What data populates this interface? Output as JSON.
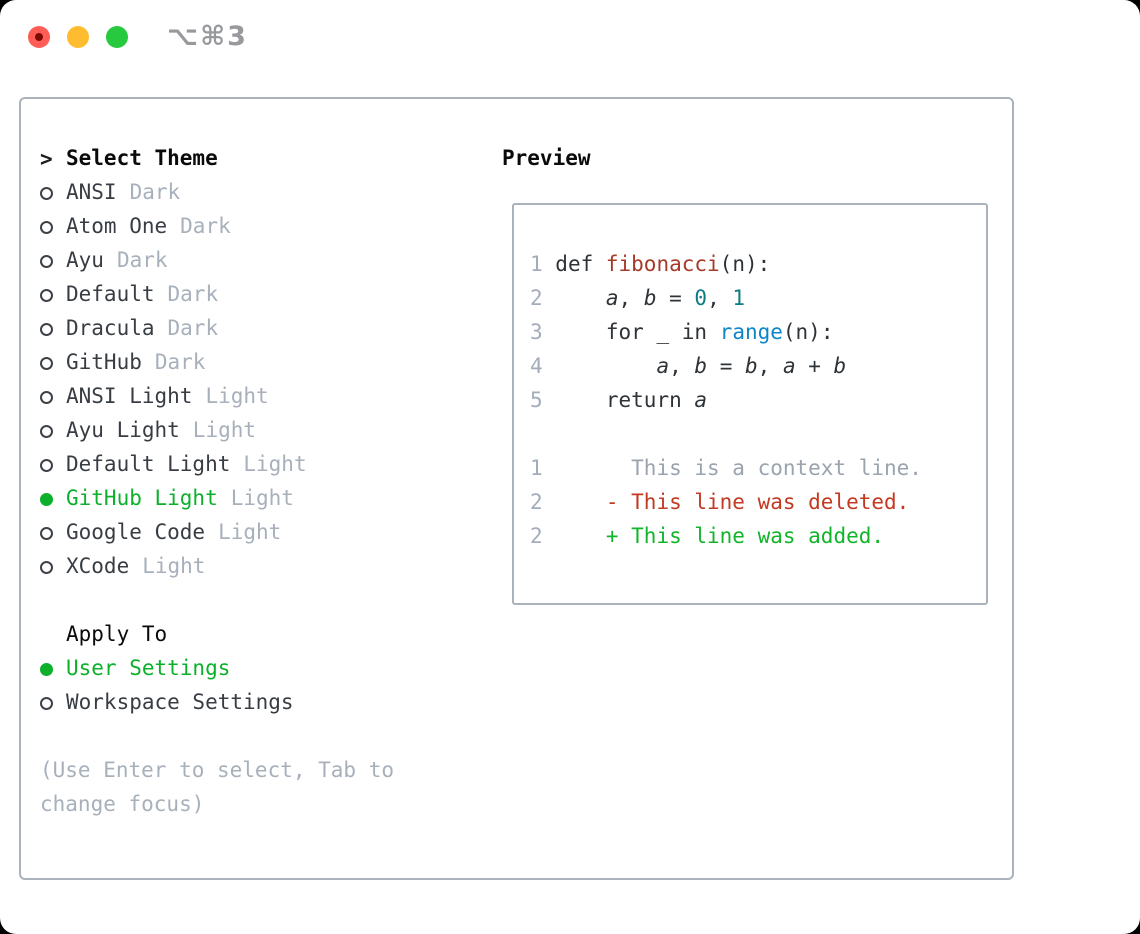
{
  "window": {
    "title_shortcut": "⌥⌘3"
  },
  "colors": {
    "selection_green": "#0db02b",
    "added_green": "#12b52a",
    "deleted_red": "#c33a23",
    "function_red": "#a63a28",
    "number_teal": "#0b7c85",
    "call_blue": "#0d86c8",
    "muted_gray": "#a7b0bb",
    "panel_border": "#aab3bc",
    "traffic_red": "#ff5d55",
    "traffic_yellow": "#febc2e",
    "traffic_green": "#27c93f"
  },
  "theme_picker": {
    "caret": ">",
    "prompt": "Select Theme",
    "items": [
      {
        "name": "ANSI",
        "variant": "Dark",
        "selected": false
      },
      {
        "name": "Atom One",
        "variant": "Dark",
        "selected": false
      },
      {
        "name": "Ayu",
        "variant": "Dark",
        "selected": false
      },
      {
        "name": "Default",
        "variant": "Dark",
        "selected": false
      },
      {
        "name": "Dracula",
        "variant": "Dark",
        "selected": false
      },
      {
        "name": "GitHub",
        "variant": "Dark",
        "selected": false
      },
      {
        "name": "ANSI Light",
        "variant": "Light",
        "selected": false
      },
      {
        "name": "Ayu Light",
        "variant": "Light",
        "selected": false
      },
      {
        "name": "Default Light",
        "variant": "Light",
        "selected": false
      },
      {
        "name": "GitHub Light",
        "variant": "Light",
        "selected": true
      },
      {
        "name": "Google Code",
        "variant": "Light",
        "selected": false
      },
      {
        "name": "XCode",
        "variant": "Light",
        "selected": false
      }
    ],
    "apply_to": {
      "label": "Apply To",
      "options": [
        {
          "name": "User Settings",
          "selected": true
        },
        {
          "name": "Workspace Settings",
          "selected": false
        }
      ]
    },
    "hint_lines": [
      "(Use Enter to select, Tab to",
      "change focus)"
    ]
  },
  "preview": {
    "label": "Preview",
    "lines": [
      {
        "tokens": [
          {
            "t": "1 ",
            "c": "ln"
          },
          {
            "t": "def ",
            "c": "fg"
          },
          {
            "t": "fibonacci",
            "c": "fn"
          },
          {
            "t": "(n):",
            "c": "fg"
          }
        ]
      },
      {
        "tokens": [
          {
            "t": "2 ",
            "c": "ln"
          },
          {
            "t": "    ",
            "c": "fg"
          },
          {
            "t": "a",
            "c": "var"
          },
          {
            "t": ", ",
            "c": "fg"
          },
          {
            "t": "b",
            "c": "var"
          },
          {
            "t": " = ",
            "c": "fg"
          },
          {
            "t": "0",
            "c": "num"
          },
          {
            "t": ", ",
            "c": "fg"
          },
          {
            "t": "1",
            "c": "num"
          }
        ]
      },
      {
        "tokens": [
          {
            "t": "3 ",
            "c": "ln"
          },
          {
            "t": "    for _ in ",
            "c": "fg"
          },
          {
            "t": "range",
            "c": "call"
          },
          {
            "t": "(n):",
            "c": "fg"
          }
        ]
      },
      {
        "tokens": [
          {
            "t": "4 ",
            "c": "ln"
          },
          {
            "t": "        ",
            "c": "fg"
          },
          {
            "t": "a",
            "c": "var"
          },
          {
            "t": ", ",
            "c": "fg"
          },
          {
            "t": "b",
            "c": "var"
          },
          {
            "t": " = ",
            "c": "fg"
          },
          {
            "t": "b",
            "c": "var"
          },
          {
            "t": ", ",
            "c": "fg"
          },
          {
            "t": "a",
            "c": "var"
          },
          {
            "t": " + ",
            "c": "fg"
          },
          {
            "t": "b",
            "c": "var"
          }
        ]
      },
      {
        "tokens": [
          {
            "t": "5 ",
            "c": "ln"
          },
          {
            "t": "    return ",
            "c": "fg"
          },
          {
            "t": "a",
            "c": "var"
          }
        ]
      },
      {
        "tokens": []
      },
      {
        "tokens": [
          {
            "t": "1 ",
            "c": "ln"
          },
          {
            "t": "      This is a context line.",
            "c": "ctx"
          }
        ]
      },
      {
        "tokens": [
          {
            "t": "2 ",
            "c": "ln"
          },
          {
            "t": "    - This line was deleted.",
            "c": "del"
          }
        ]
      },
      {
        "tokens": [
          {
            "t": "2 ",
            "c": "ln"
          },
          {
            "t": "    + This line was added.",
            "c": "add"
          }
        ]
      }
    ]
  }
}
